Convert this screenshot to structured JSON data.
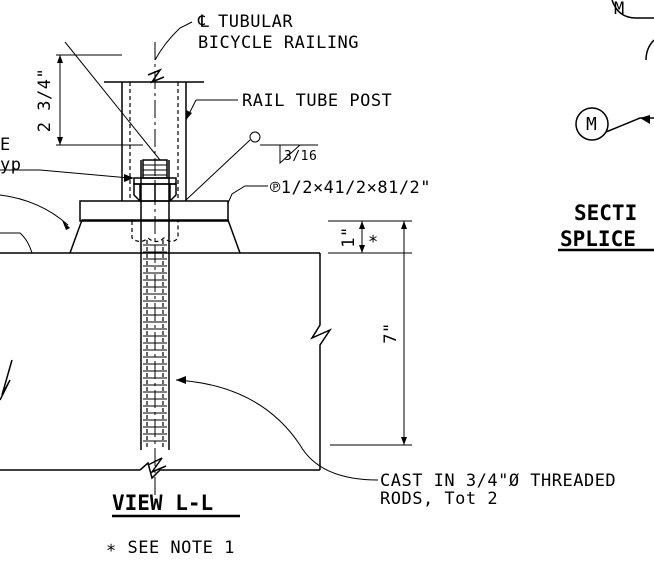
{
  "labels": {
    "cl_symbol": "℄",
    "tubular_line1": "TUBULAR",
    "tubular_line2": "BICYCLE RAILING",
    "rail_tube_post": "RAIL TUBE POST",
    "weld_size": "3/16",
    "plate": "℗1/2×41/2×81/2\"",
    "cast_in_line1": "CAST IN 3/4\"Ø THREADED",
    "cast_in_line2": "RODS, Tot 2",
    "view_title": "VIEW L-L",
    "see_note": "∗ SEE NOTE 1",
    "dim_top": "2 3/4\"",
    "dim_one": "1\"",
    "dim_seven": "7\"",
    "asterisk": "∗",
    "left_e": "E",
    "left_yp": "yp",
    "section_line1": "SECTI",
    "section_line2": "SPLICE",
    "callout_m": "M"
  }
}
